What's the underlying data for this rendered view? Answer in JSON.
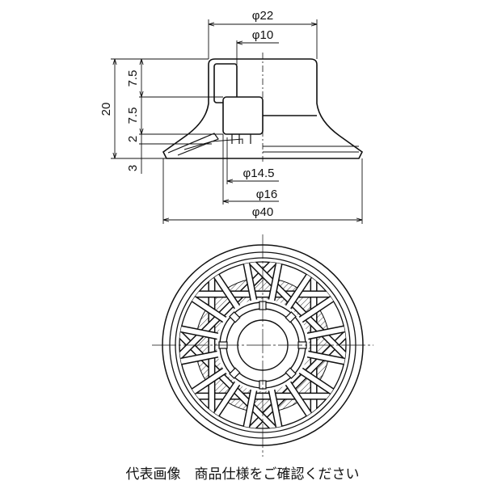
{
  "dimensions": {
    "d22": "φ22",
    "d10": "φ10",
    "d14_5": "φ14.5",
    "d16": "φ16",
    "d40": "φ40",
    "h20": "20",
    "h7_5a": "7.5",
    "h7_5b": "7.5",
    "h2": "2",
    "h3": "3"
  },
  "caption": "代表画像　商品仕様をご確認ください"
}
